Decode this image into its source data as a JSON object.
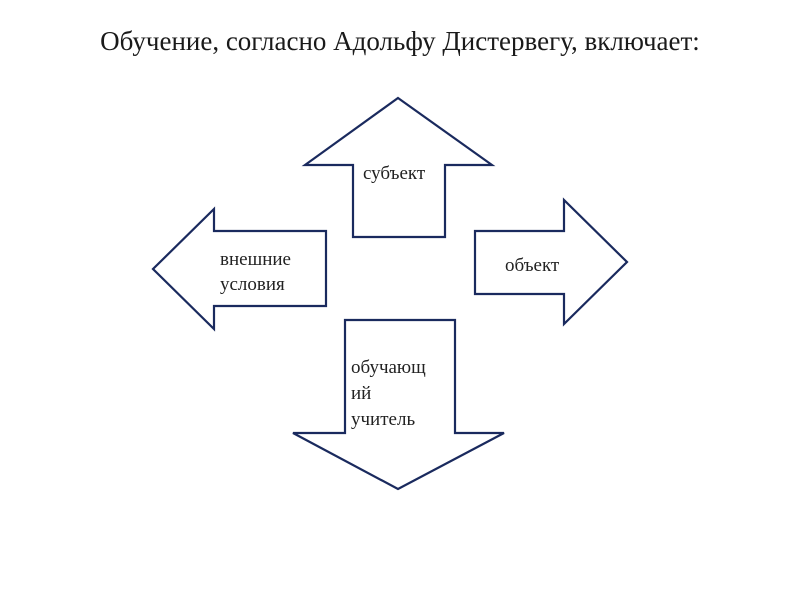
{
  "title": "Обучение, согласно Адольфу Дистервегу, включает:",
  "arrows": {
    "up": {
      "label": "субъект"
    },
    "right": {
      "label": "объект"
    },
    "left": {
      "lines": [
        "внешние",
        "условия"
      ]
    },
    "down": {
      "lines": [
        "обучающ",
        "ий",
        "учитель"
      ]
    }
  },
  "colors": {
    "outline": "#1a2a5e",
    "fill": "#ffffff"
  }
}
